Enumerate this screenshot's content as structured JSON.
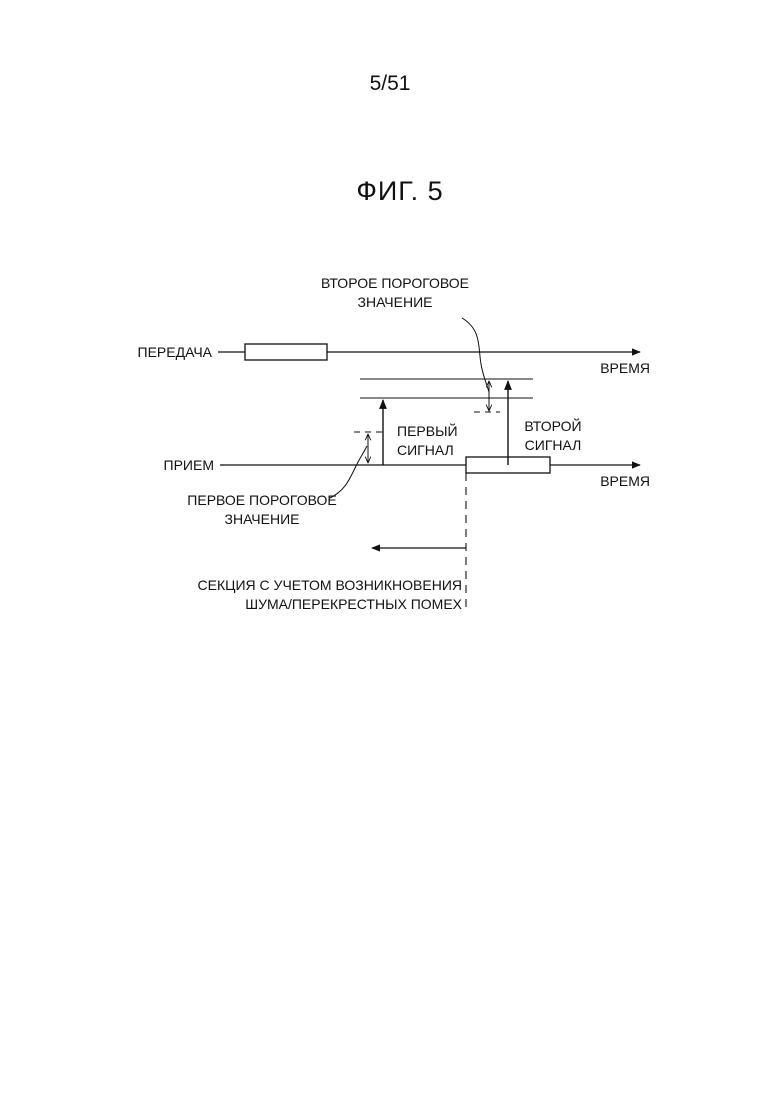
{
  "page": {
    "page_number": "5/51",
    "figure_title": "ФИГ. 5"
  },
  "diagram": {
    "transmit_label": "ПЕРЕДАЧА",
    "receive_label": "ПРИЕМ",
    "time_label_top": "ВРЕМЯ",
    "time_label_bottom": "ВРЕМЯ",
    "second_threshold": [
      "ВТОРОЕ ПОРОГОВОЕ",
      "ЗНАЧЕНИЕ"
    ],
    "first_threshold": [
      "ПЕРВОЕ ПОРОГОВОЕ",
      "ЗНАЧЕНИЕ"
    ],
    "first_signal": [
      "ПЕРВЫЙ",
      "СИГНАЛ"
    ],
    "second_signal": [
      "ВТОРОЙ",
      "СИГНАЛ"
    ],
    "noise_section": [
      "СЕКЦИЯ С УЧЕТОМ ВОЗНИКНОВЕНИЯ",
      "ШУМА/ПЕРЕКРЕСТНЫХ ПОМЕХ"
    ]
  }
}
